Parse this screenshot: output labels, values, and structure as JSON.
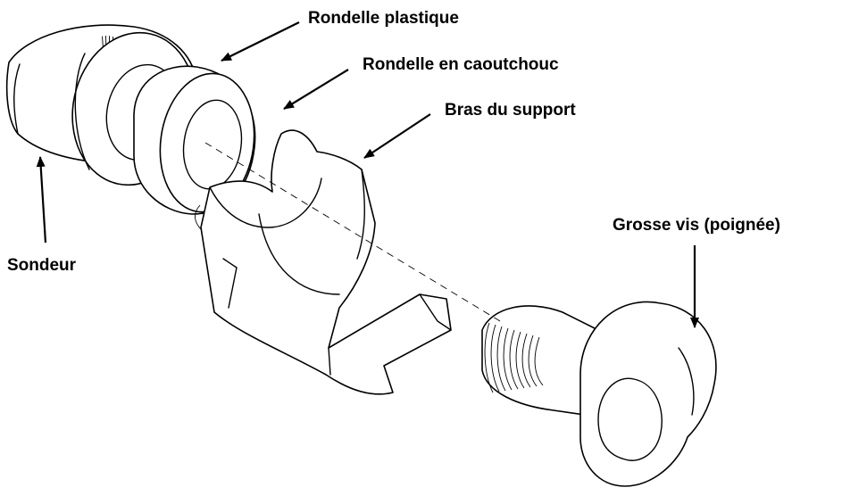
{
  "labels": {
    "plastic_washer": "Rondelle plastique",
    "rubber_washer": "Rondelle en caoutchouc",
    "bracket_arm": "Bras du support",
    "transducer": "Sondeur",
    "large_screw": "Grosse vis (poignée)"
  },
  "colors": {
    "line": "#000000",
    "background": "#ffffff"
  }
}
